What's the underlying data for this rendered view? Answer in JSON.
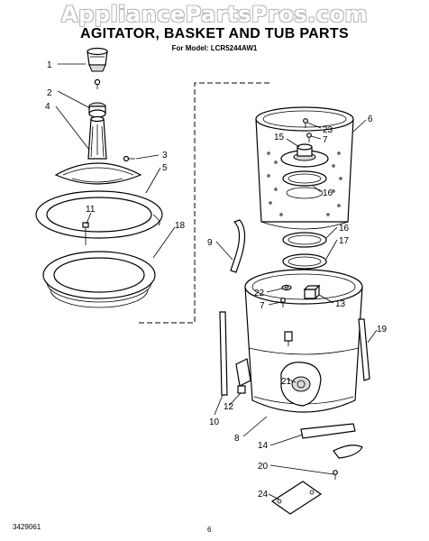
{
  "watermark": "AppliancePartsPros.com",
  "title": "AGITATOR, BASKET AND TUB PARTS",
  "subtitle": "For Model: LCR5244AW1",
  "footer": {
    "doc_number": "3429061",
    "page_number": "6"
  },
  "callouts": [
    "1",
    "2",
    "4",
    "3",
    "5",
    "11",
    "18",
    "6",
    "23",
    "7",
    "15",
    "16",
    "9",
    "16",
    "17",
    "22",
    "7",
    "13",
    "19",
    "10",
    "12",
    "21",
    "8",
    "14",
    "20",
    "24"
  ]
}
